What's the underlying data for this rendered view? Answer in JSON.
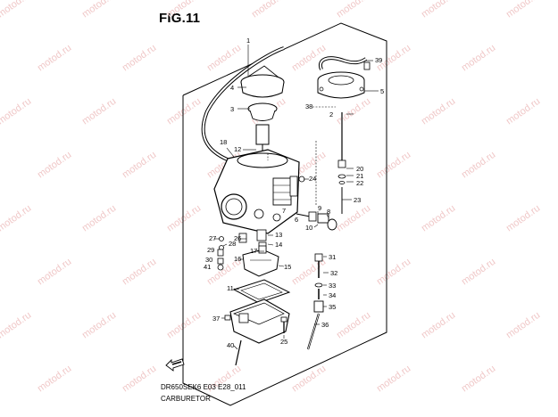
{
  "figure": {
    "title": "FIG.11",
    "model_code": "DR650SEK6 E03 E28_011",
    "caption": "CARBURETOR"
  },
  "watermark": {
    "text": "motod.ru",
    "color": "#f0c8c8"
  },
  "callouts": [
    "1",
    "39",
    "4",
    "5",
    "3",
    "38",
    "2",
    "18",
    "12",
    "20",
    "21",
    "22",
    "24",
    "23",
    "9",
    "8",
    "10",
    "7",
    "6",
    "27",
    "28",
    "26",
    "13",
    "29",
    "14",
    "17",
    "30",
    "16",
    "31",
    "15",
    "41",
    "32",
    "33",
    "11",
    "34",
    "35",
    "36",
    "37",
    "25",
    "40"
  ]
}
